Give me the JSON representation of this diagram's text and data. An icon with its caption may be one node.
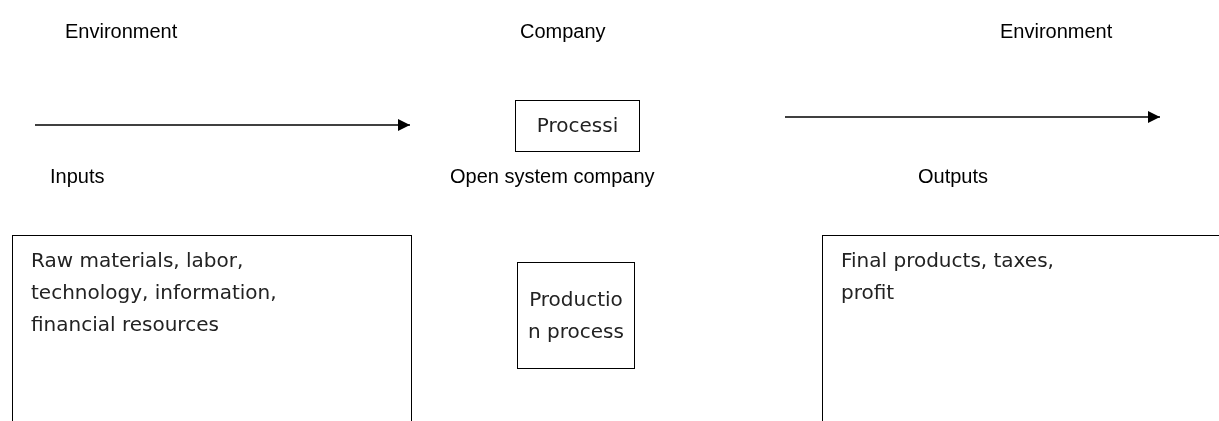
{
  "diagram": {
    "nodes": [
      {
        "text": [
          "Processi"
        ]
      },
      {
        "text": [
          "Raw materials, labor, technology, information, financial resources"
        ]
      },
      {
        "text": [
          "Productio n process"
        ]
      },
      {
        "text": [
          "Final products, taxes, profit"
        ]
      }
    ],
    "labels": [
      "Environment",
      "Company",
      "Environment",
      "Inputs",
      "Open system company",
      "Outputs"
    ]
  }
}
